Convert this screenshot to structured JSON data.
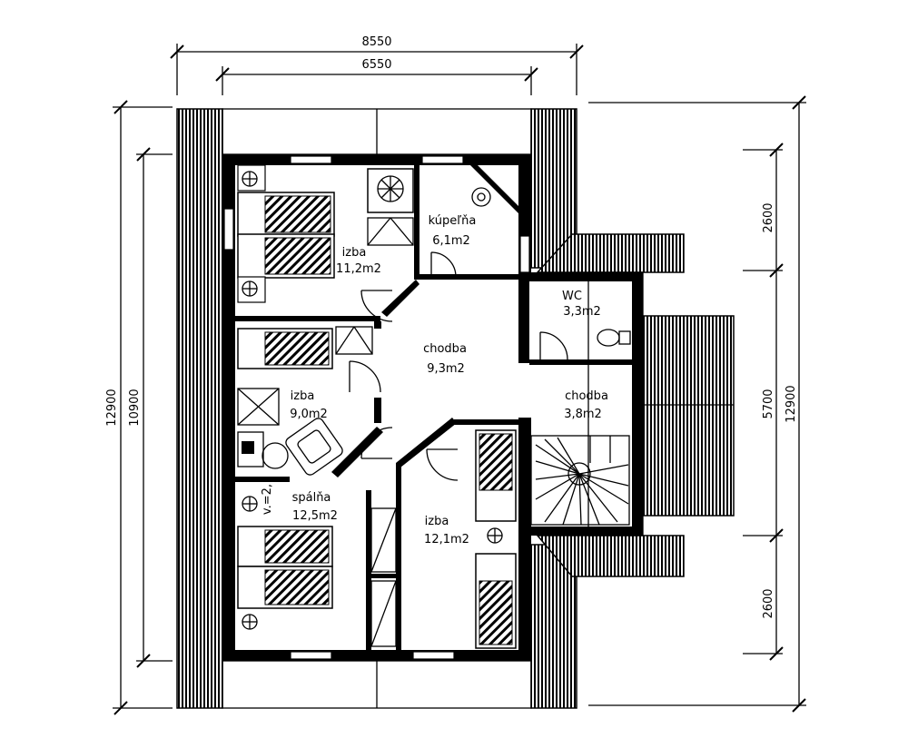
{
  "dimensions": {
    "top_outer": "8550",
    "top_inner": "6550",
    "left_outer": "12900",
    "left_inner": "10900",
    "right_top": "2600",
    "right_mid": "5700",
    "right_bottom": "2600",
    "right_outer": "12900"
  },
  "rooms": [
    {
      "name": "izba",
      "area": "11,2m2"
    },
    {
      "name": "kúpeľňa",
      "area": "6,1m2"
    },
    {
      "name": "WC",
      "area": "3,3m2"
    },
    {
      "name": "chodba",
      "area": "9,3m2"
    },
    {
      "name": "izba",
      "area": "9,0m2"
    },
    {
      "name": "chodba",
      "area": "3,8m2"
    },
    {
      "name": "spálňa",
      "area": "12,5m2"
    },
    {
      "name": "izba",
      "area": "12,1m2"
    }
  ],
  "annotation": "v.=2,"
}
